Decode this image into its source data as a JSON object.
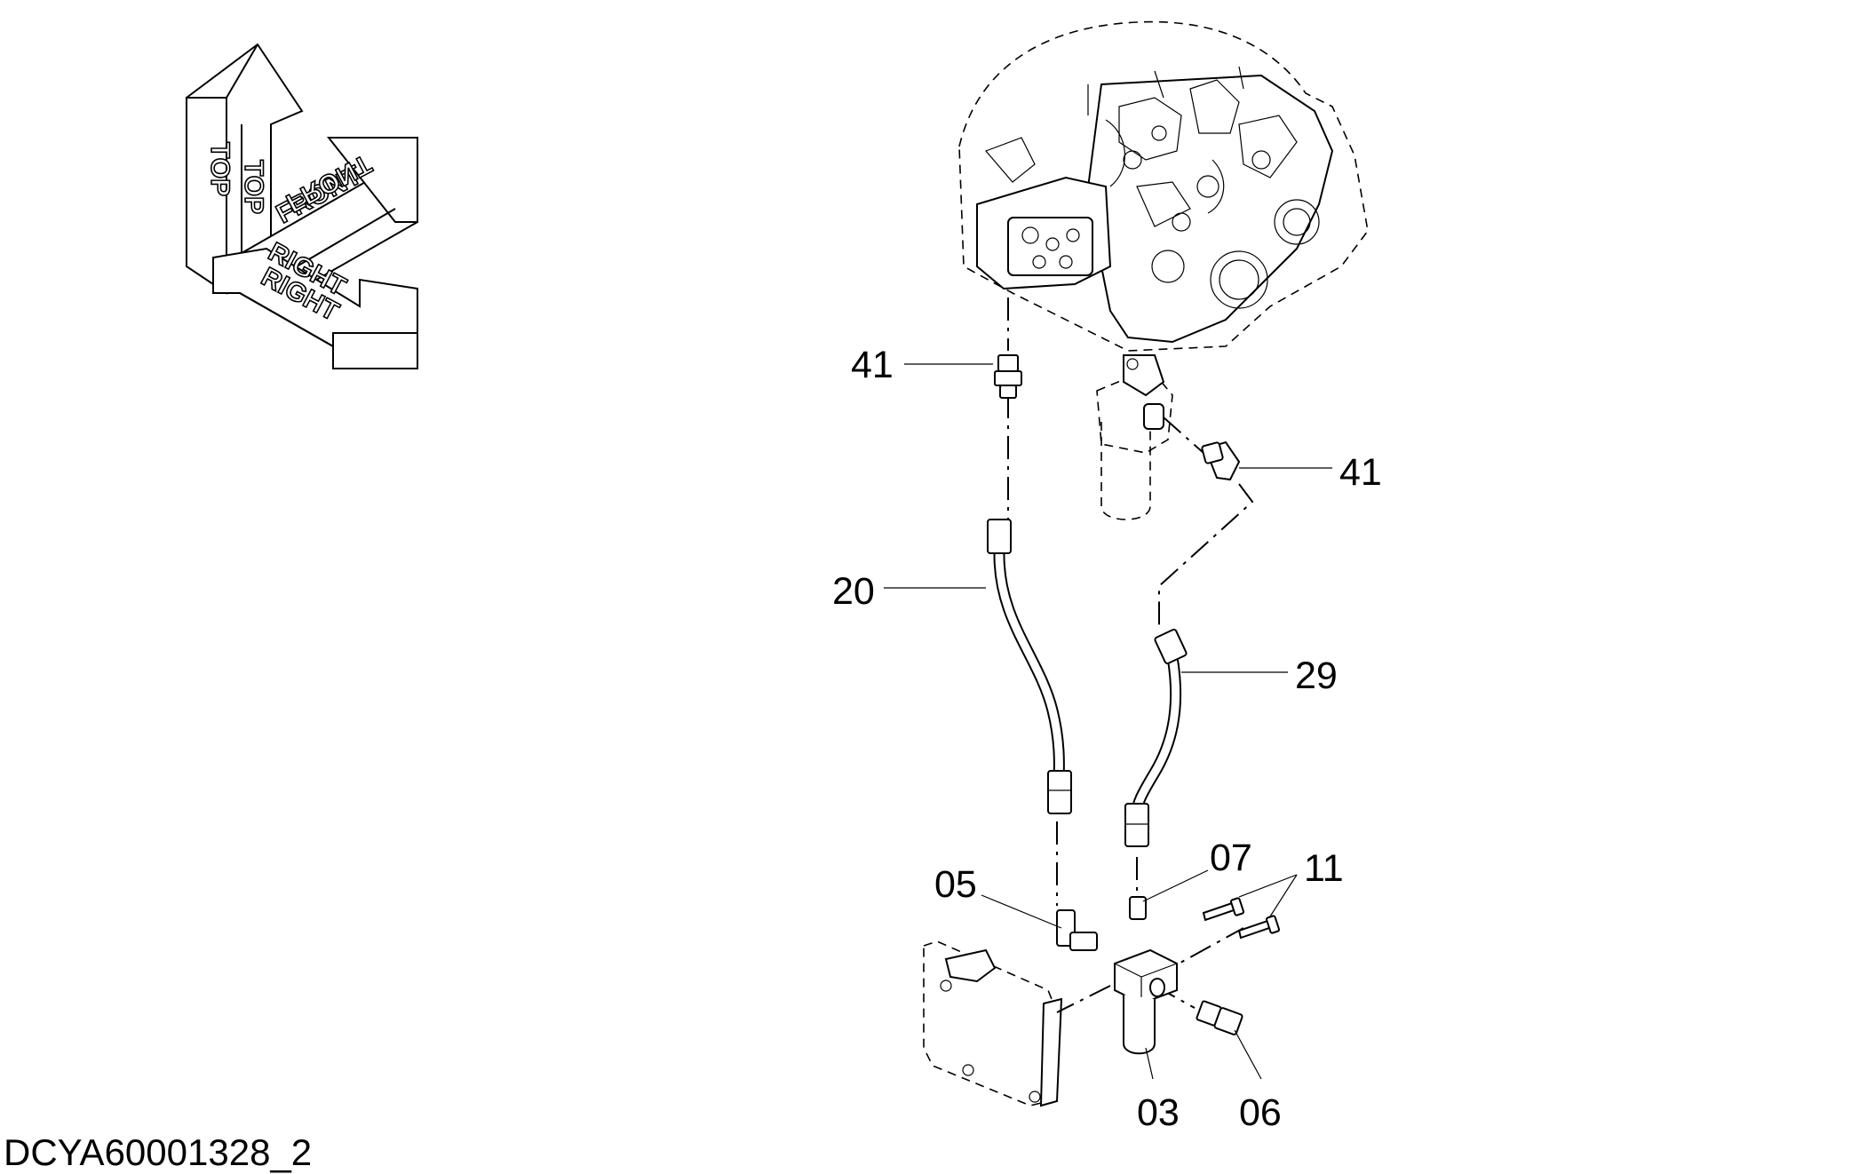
{
  "orientation_indicator": {
    "top_label": "TOP",
    "front_label": "FRONT",
    "right_label": "RIGHT"
  },
  "callouts": {
    "c41_upper": "41",
    "c41_lower": "41",
    "c20": "20",
    "c29": "29",
    "c05": "05",
    "c07": "07",
    "c11": "11",
    "c03": "03",
    "c06": "06"
  },
  "figure_id": "DCYA60001328_2"
}
